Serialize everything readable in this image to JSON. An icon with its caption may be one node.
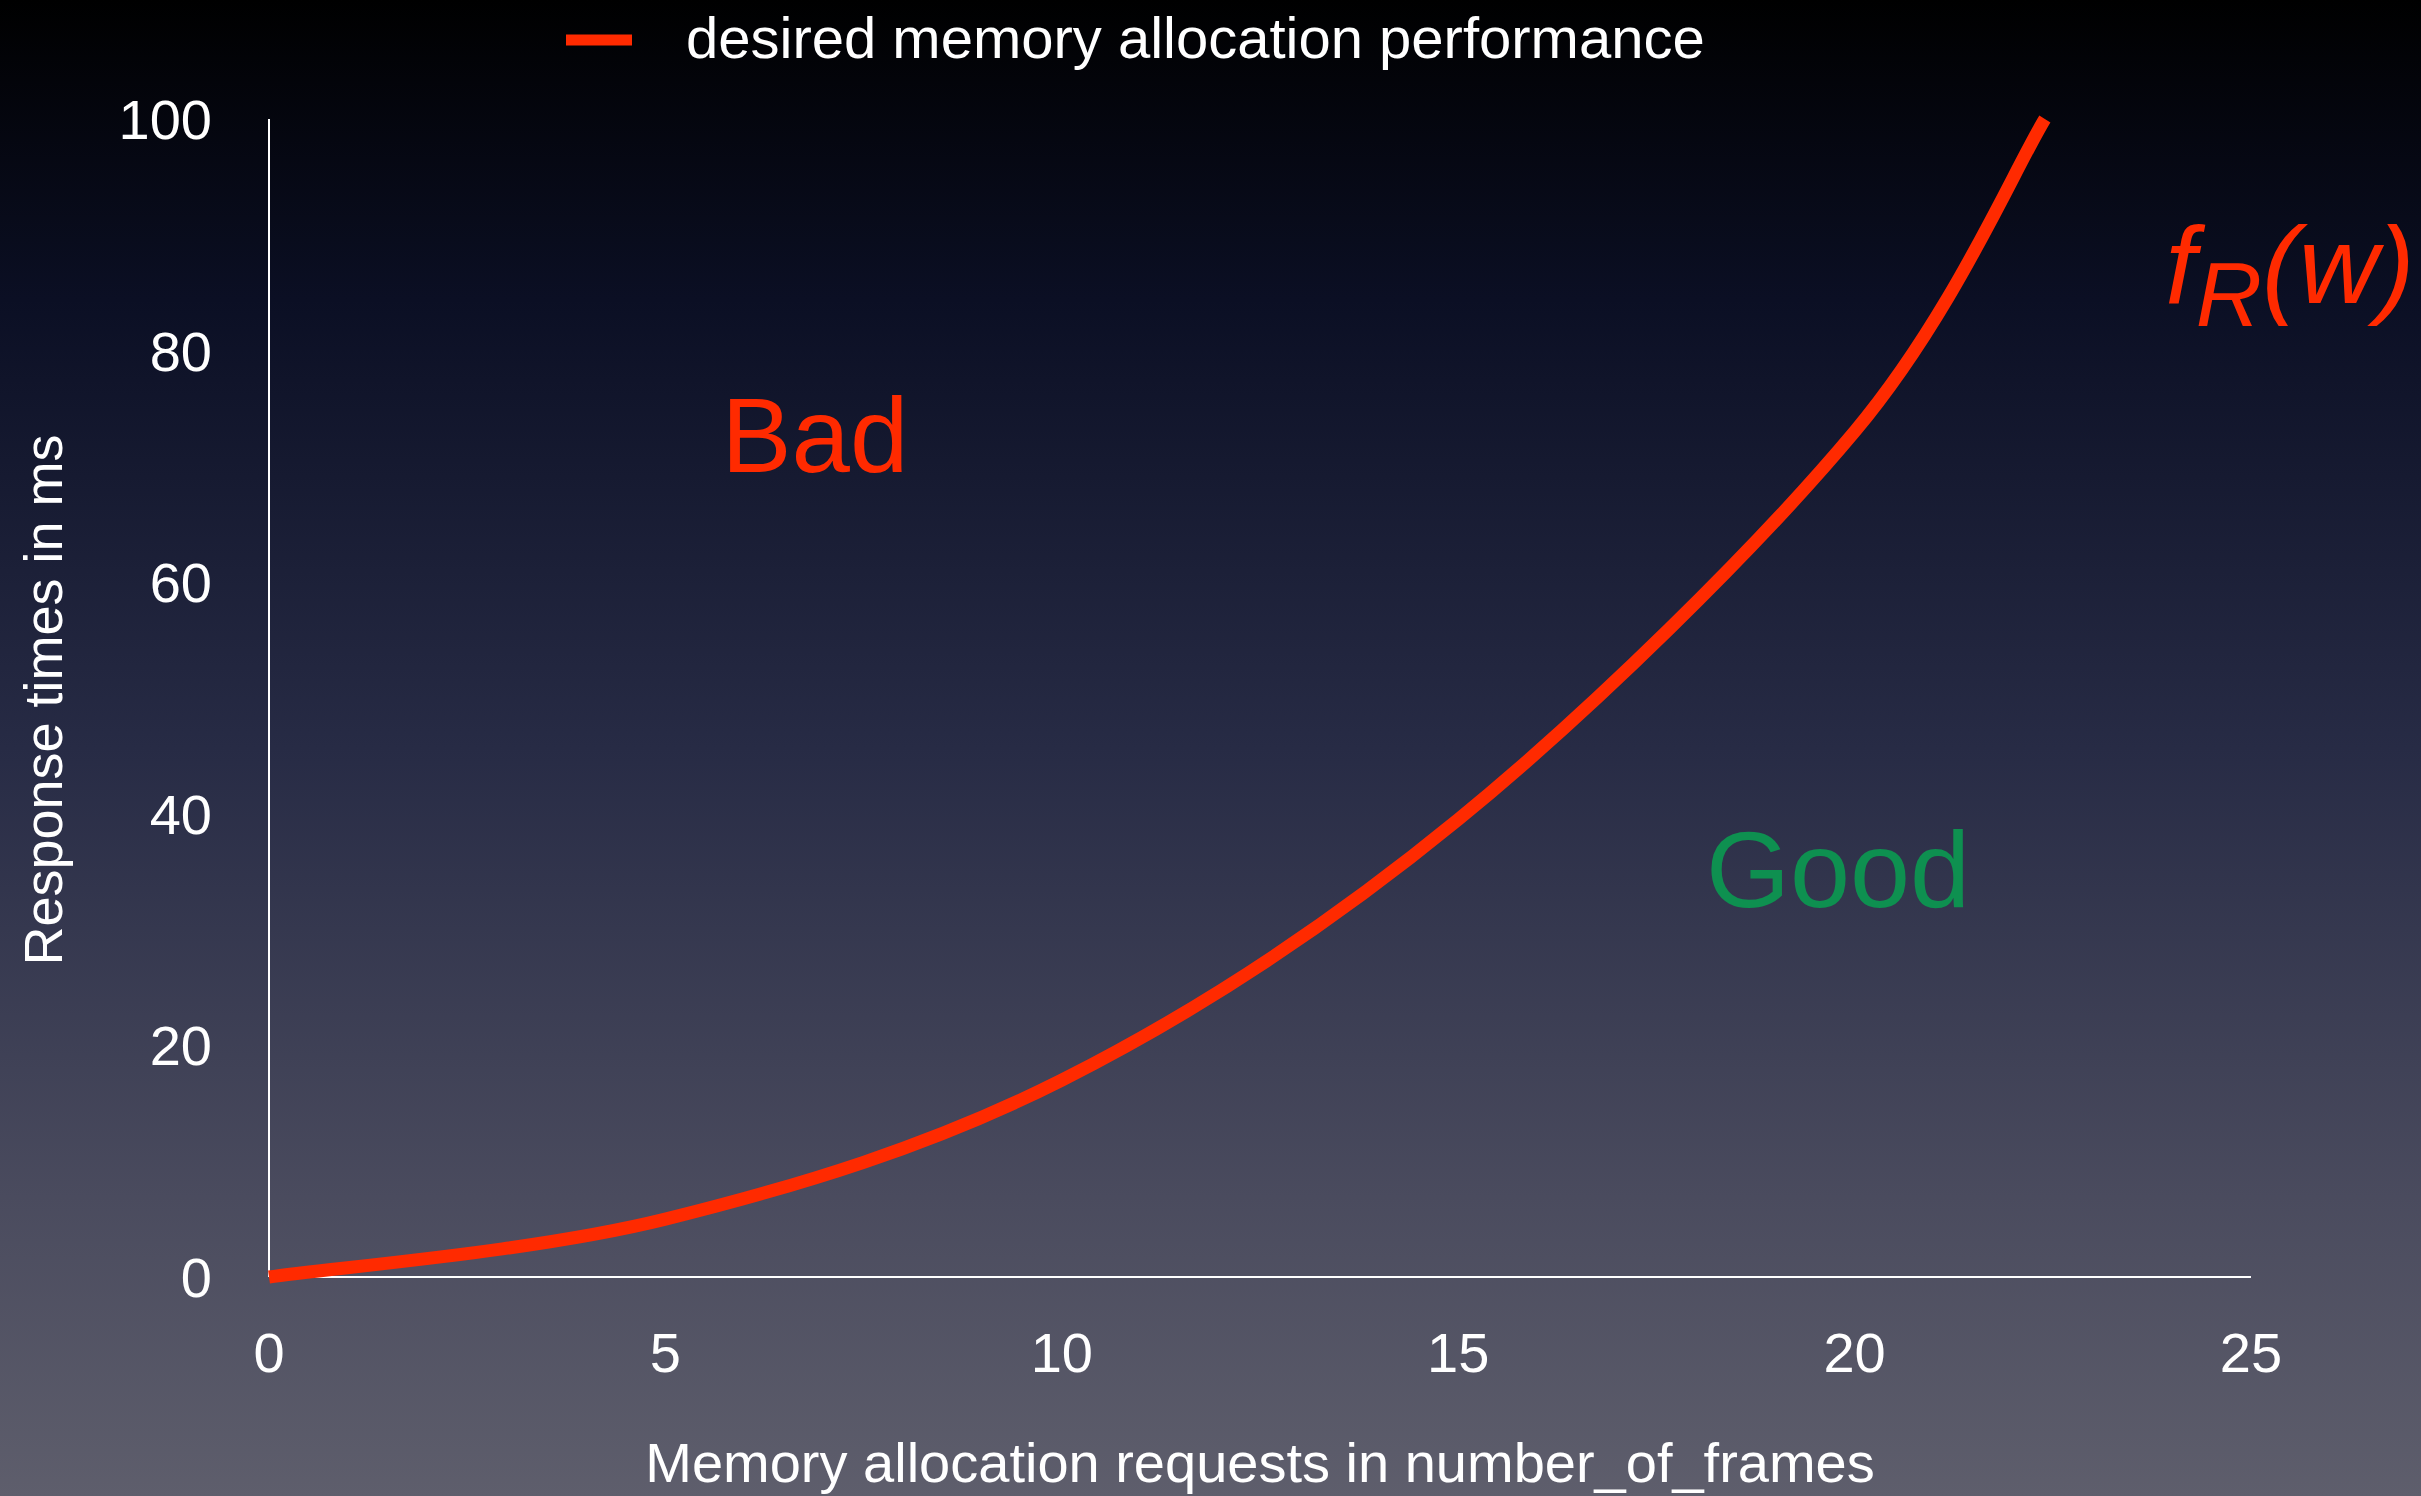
{
  "diagram": {
    "labels": [
      "Bad",
      "Good",
      "f$_{R}$(w)"
    ],
    "chart_data": {
      "type": "line",
      "xlabel": "Memory allocation requests in number_of_frames",
      "ylabel": "Response times in ms",
      "x": [
        0,
        5,
        10,
        15,
        20,
        22.4
      ],
      "series": [
        {
          "name": "desired memory allocation performance",
          "color": "#ff2a00",
          "values": [
            0,
            5,
            17,
            39.5,
            73,
            100
          ]
        }
      ],
      "xlim": [
        0,
        25
      ],
      "ylim": [
        0,
        100
      ],
      "xticks": [
        0,
        5,
        10,
        15,
        20,
        25
      ],
      "yticks": [
        0,
        20,
        40,
        60,
        80,
        100
      ]
    }
  }
}
